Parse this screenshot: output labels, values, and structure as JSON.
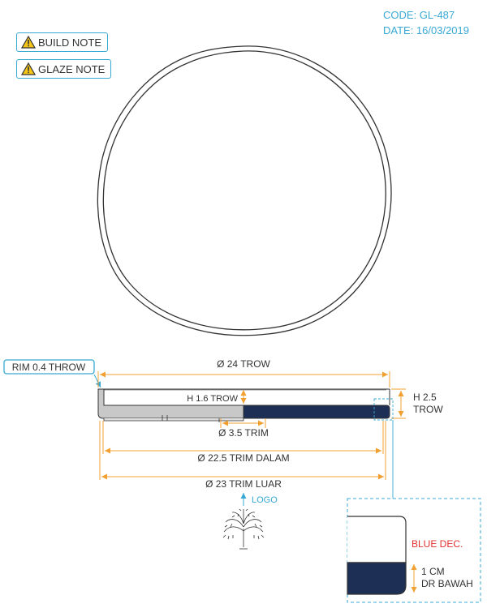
{
  "header": {
    "code": "CODE: GL-487",
    "date": "DATE: 16/03/2019"
  },
  "notes": [
    {
      "label": "BUILD NOTE",
      "icon": "warning-icon"
    },
    {
      "label": "GLAZE NOTE",
      "icon": "warning-icon"
    }
  ],
  "dimensions": {
    "rim_callout": "RIM 0.4 THROW",
    "diameter_top": "Ø 24 TROW",
    "height_inner": "H 1.6 TROW",
    "height_total_line1": "H 2.5",
    "height_total_line2": "TROW",
    "diameter_trim": "Ø 3.5 TRIM",
    "diameter_trim_inner": "Ø 22.5 TRIM DALAM",
    "diameter_trim_outer": "Ø 23 TRIM LUAR",
    "logo_label": "LOGO"
  },
  "detail": {
    "blue_label": "BLUE DEC.",
    "height_line1": "1 CM",
    "height_line2": "DR BAWAH"
  },
  "colors": {
    "accent": "#39a9d4",
    "dimension": "#f0a030",
    "glaze_blue": "#1e2f55",
    "detail_label": "#e03030",
    "outline": "#333333"
  }
}
